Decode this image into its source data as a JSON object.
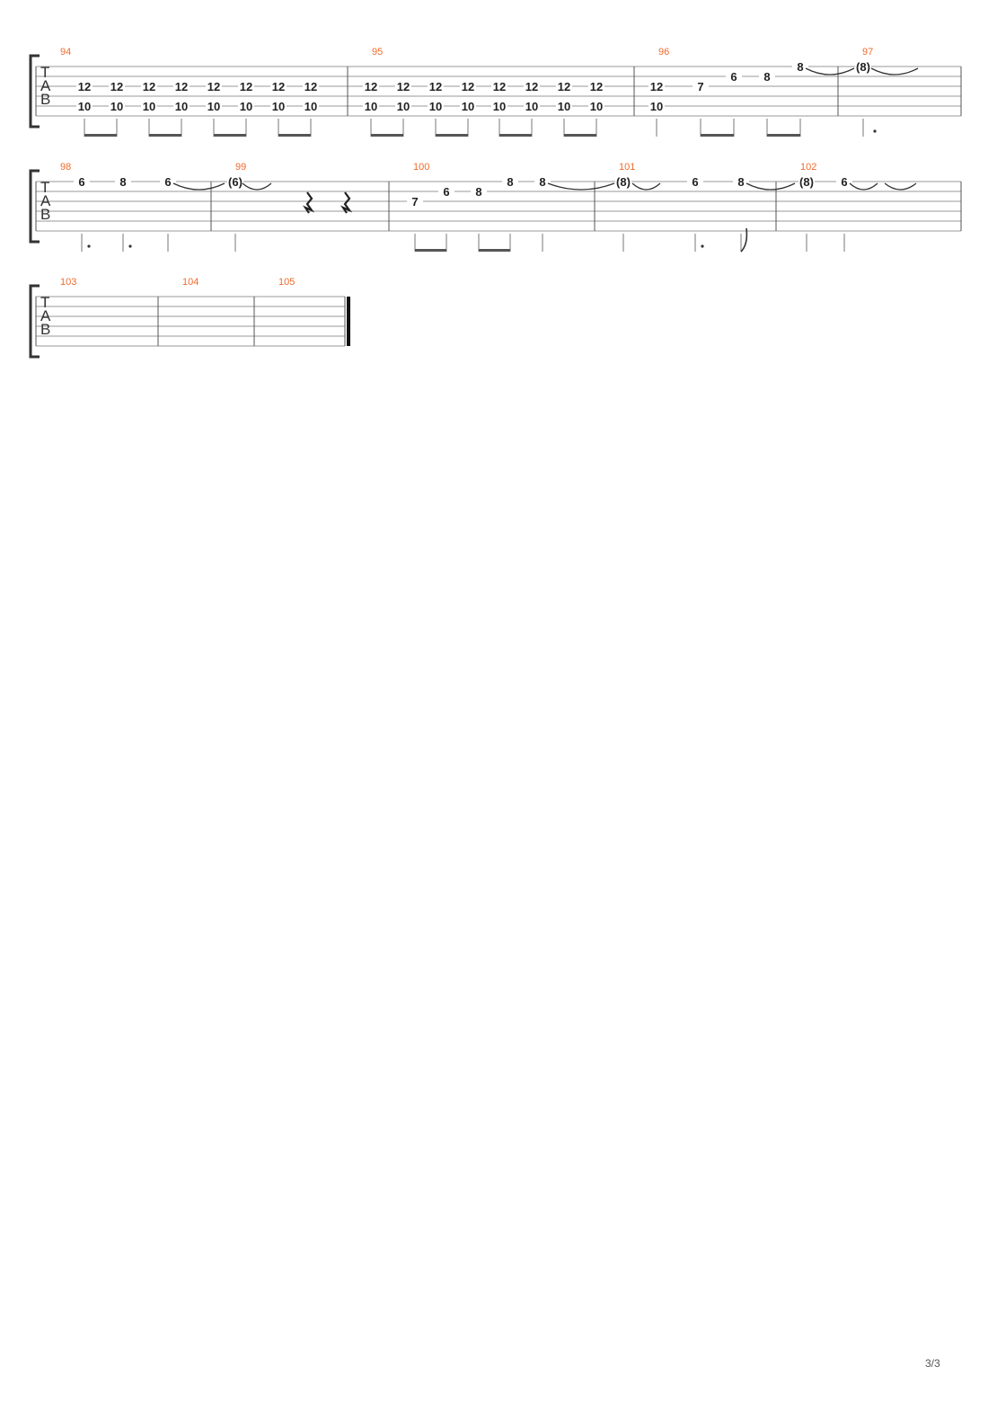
{
  "page": {
    "number_label": "3/3"
  },
  "colors": {
    "measure_number": "#f26b2c",
    "staff_line": "#9a9a9a",
    "note": "#222222",
    "bracket": "#333333"
  },
  "tab_clef": [
    "T",
    "A",
    "B"
  ],
  "systems": [
    {
      "measures": [
        {
          "number": "94",
          "notes": [
            {
              "f": "12",
              "s": 2
            },
            {
              "f": "10",
              "s": 4
            },
            {
              "f": "12",
              "s": 2
            },
            {
              "f": "10",
              "s": 4
            },
            {
              "f": "12",
              "s": 2
            },
            {
              "f": "10",
              "s": 4
            },
            {
              "f": "12",
              "s": 2
            },
            {
              "f": "10",
              "s": 4
            },
            {
              "f": "12",
              "s": 2
            },
            {
              "f": "10",
              "s": 4
            },
            {
              "f": "12",
              "s": 2
            },
            {
              "f": "10",
              "s": 4
            },
            {
              "f": "12",
              "s": 2
            },
            {
              "f": "10",
              "s": 4
            },
            {
              "f": "12",
              "s": 2
            },
            {
              "f": "10",
              "s": 4
            }
          ]
        },
        {
          "number": "95",
          "notes": [
            {
              "f": "12",
              "s": 2
            },
            {
              "f": "10",
              "s": 4
            },
            {
              "f": "12",
              "s": 2
            },
            {
              "f": "10",
              "s": 4
            },
            {
              "f": "12",
              "s": 2
            },
            {
              "f": "10",
              "s": 4
            },
            {
              "f": "12",
              "s": 2
            },
            {
              "f": "10",
              "s": 4
            },
            {
              "f": "12",
              "s": 2
            },
            {
              "f": "10",
              "s": 4
            },
            {
              "f": "12",
              "s": 2
            },
            {
              "f": "10",
              "s": 4
            },
            {
              "f": "12",
              "s": 2
            },
            {
              "f": "10",
              "s": 4
            },
            {
              "f": "12",
              "s": 2
            },
            {
              "f": "10",
              "s": 4
            }
          ]
        },
        {
          "number": "96",
          "notes": [
            {
              "f": "12",
              "s": 2
            },
            {
              "f": "10",
              "s": 4
            },
            {
              "f": "7",
              "s": 2
            },
            {
              "f": "6",
              "s": 1
            },
            {
              "f": "8",
              "s": 1
            },
            {
              "f": "8",
              "s": 0
            }
          ]
        },
        {
          "number": "97",
          "notes": [
            {
              "f": "(8)",
              "s": 0
            }
          ]
        }
      ]
    },
    {
      "measures": [
        {
          "number": "98",
          "notes": [
            {
              "f": "6",
              "s": 0
            },
            {
              "f": "8",
              "s": 0
            },
            {
              "f": "6",
              "s": 0
            }
          ]
        },
        {
          "number": "99",
          "notes": [
            {
              "f": "(6)",
              "s": 0
            }
          ]
        },
        {
          "number": "100",
          "notes": [
            {
              "f": "7",
              "s": 2
            },
            {
              "f": "6",
              "s": 1
            },
            {
              "f": "8",
              "s": 1
            },
            {
              "f": "8",
              "s": 0
            },
            {
              "f": "8",
              "s": 0
            }
          ]
        },
        {
          "number": "101",
          "notes": [
            {
              "f": "(8)",
              "s": 0
            },
            {
              "f": "6",
              "s": 0
            },
            {
              "f": "8",
              "s": 0
            }
          ]
        },
        {
          "number": "102",
          "notes": [
            {
              "f": "(8)",
              "s": 0
            },
            {
              "f": "6",
              "s": 0
            }
          ]
        }
      ]
    },
    {
      "measures": [
        {
          "number": "103",
          "notes": []
        },
        {
          "number": "104",
          "notes": []
        },
        {
          "number": "105",
          "notes": []
        }
      ]
    }
  ]
}
